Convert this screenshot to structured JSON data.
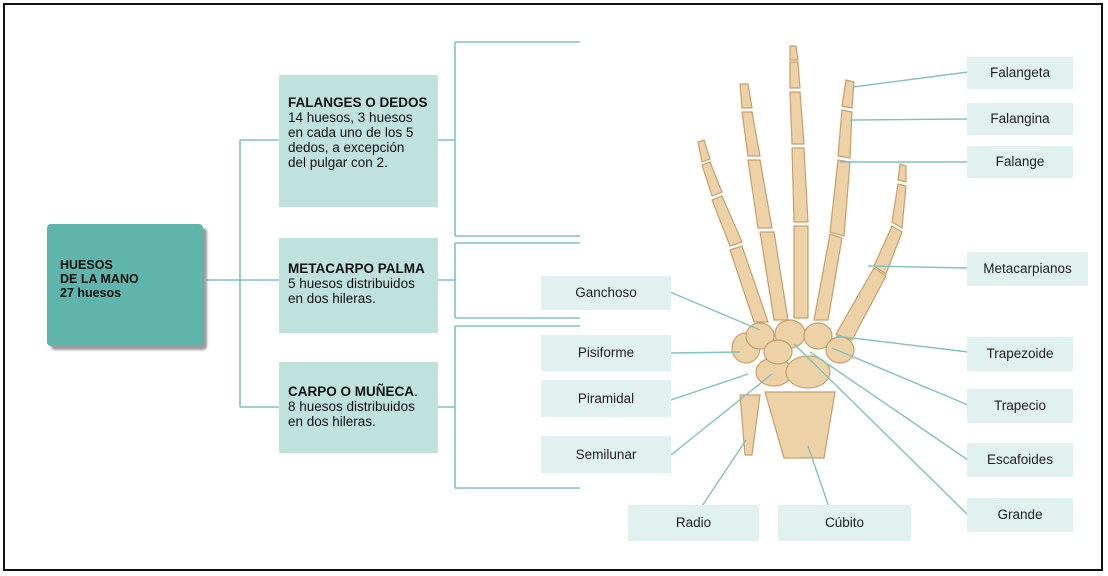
{
  "root": {
    "line1": "HUESOS",
    "line2": "DE LA MANO",
    "line3": "27 huesos"
  },
  "categories": [
    {
      "title": "FALANGES O DEDOS",
      "lines": [
        "14 huesos, 3 huesos",
        "en cada uno de los 5",
        "dedos, a excepción",
        "del pulgar con 2."
      ]
    },
    {
      "title": "METACARPO PALMA",
      "lines": [
        "5 huesos distribuidos",
        "en dos hileras."
      ]
    },
    {
      "title": "CARPO O MUÑECA",
      "title_suffix": ".",
      "lines": [
        "8 huesos distribuidos",
        "en dos hileras."
      ]
    }
  ],
  "labels": {
    "falangeta": "Falangeta",
    "falangina": "Falangina",
    "falange": "Falange",
    "metacarpianos": "Metacarpianos",
    "trapezoide": "Trapezoide",
    "trapecio": "Trapecio",
    "escafoides": "Escafoides",
    "grande": "Grande",
    "ganchoso": "Ganchoso",
    "pisiforme": "Pisiforme",
    "piramidal": "Piramidal",
    "semilunar": "Semilunar",
    "radio": "Radio",
    "cubito": "Cúbito"
  },
  "colors": {
    "root_fill": "#5fb5ac",
    "category_fill": "#bfe2dc",
    "label_fill": "#e1f1ef",
    "connector": "#7fc4bc",
    "bone": "#edd2a7",
    "bone_shade": "#c99e6b"
  }
}
